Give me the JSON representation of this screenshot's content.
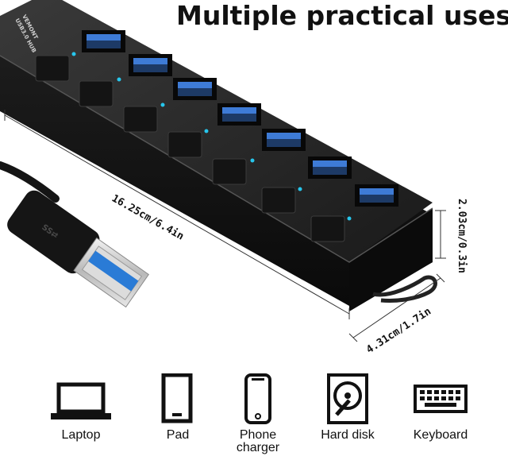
{
  "headline": "Multiple practical uses",
  "product": {
    "brand": "VEMONT",
    "model": "USB3.0 HUB",
    "port_count": 7,
    "dimensions": {
      "length": "16.25cm/6.4in",
      "width": "4.31cm/1.7in",
      "height": "2.03cm/0.3in"
    },
    "indicator_color": "#27c6ec",
    "connector_accent": "#2a7bd6"
  },
  "uses": [
    {
      "label": "Laptop",
      "icon": "laptop-icon"
    },
    {
      "label": "Pad",
      "icon": "tablet-icon"
    },
    {
      "label": "Phone\ncharger",
      "icon": "phone-icon"
    },
    {
      "label": "Hard disk",
      "icon": "hard-disk-icon"
    },
    {
      "label": "Keyboard",
      "icon": "keyboard-icon"
    }
  ]
}
